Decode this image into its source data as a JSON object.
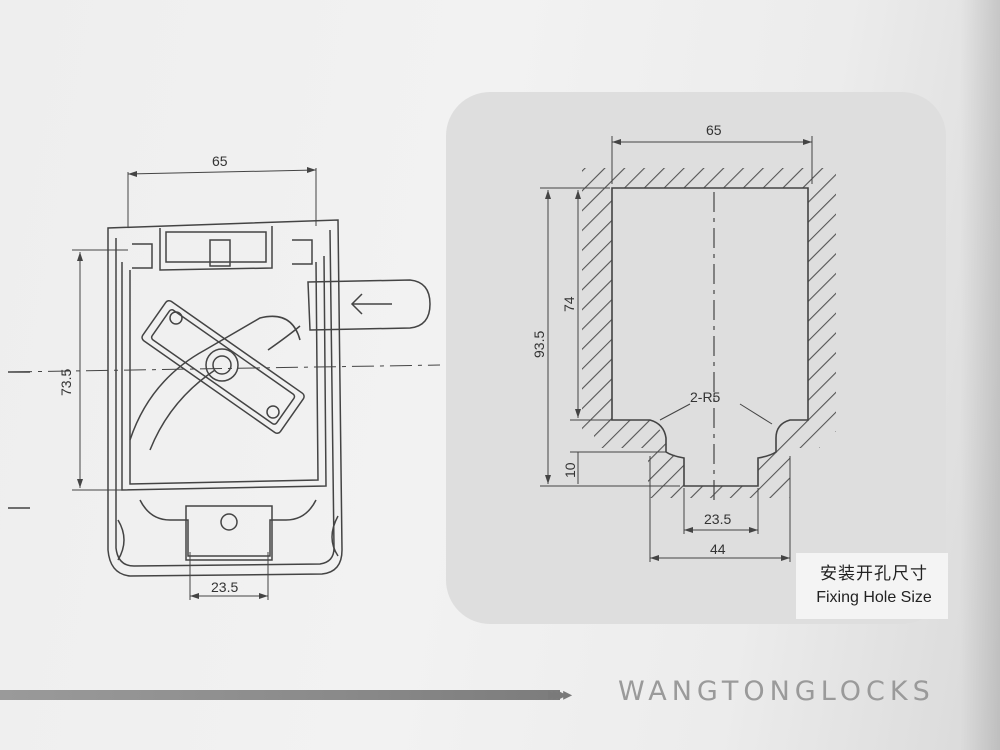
{
  "front_view": {
    "width_dim": "65",
    "height_dim": "73.5",
    "bottom_dim": "23.5"
  },
  "fixing_hole": {
    "width_dim": "65",
    "height_dim": "93.5",
    "upper_height_dim": "74",
    "lower_height_dim": "10",
    "radius_label": "2-R5",
    "inner_bottom_dim": "23.5",
    "outer_bottom_dim": "44",
    "caption_cn": "安装开孔尺寸",
    "caption_en": "Fixing Hole Size"
  },
  "brand": "WANGTONGLOCKS"
}
